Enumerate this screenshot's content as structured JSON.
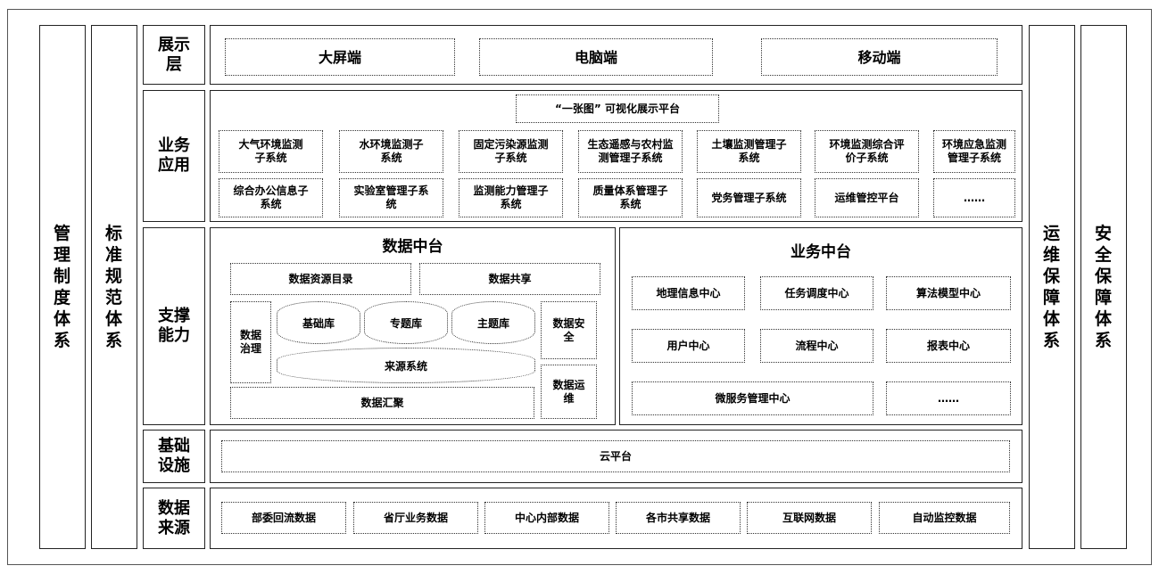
{
  "left": {
    "management": "管理制度体系",
    "standards": "标准规范体系"
  },
  "right": {
    "ops": "运维保障体系",
    "security": "安全保障体系"
  },
  "layers": {
    "display": "展示层",
    "business": "业务应用",
    "support": "支撑能力",
    "infra": "基础设施",
    "source": "数据来源"
  },
  "display": {
    "items": [
      "大屏端",
      "电脑端",
      "移动端"
    ]
  },
  "business": {
    "platform": "“一张图” 可视化展示平台",
    "row1": [
      "大气环境监测子系统",
      "水环境监测子系统",
      "固定污染源监测子系统",
      "生态遥感与农村监测管理子系统",
      "土壤监测管理子系统",
      "环境监测综合评价子系统",
      "环境应急监测管理子系统"
    ],
    "row2": [
      "综合办公信息子系统",
      "实验室管理子系统",
      "监测能力管理子系统",
      "质量体系管理子系统",
      "党务管理子系统",
      "运维管控平台",
      "……"
    ]
  },
  "data_platform": {
    "title": "数据中台",
    "catalog": "数据资源目录",
    "share": "数据共享",
    "governance": "数据治理",
    "base_db": "基础库",
    "topic_db": "专题库",
    "subject_db": "主题库",
    "source_system": "来源系统",
    "aggregation": "数据汇聚",
    "security": "数据安全",
    "ops": "数据运维"
  },
  "biz_platform": {
    "title": "业务中台",
    "items": [
      "地理信息中心",
      "任务调度中心",
      "算法模型中心",
      "用户中心",
      "流程中心",
      "报表中心",
      "微服务管理中心",
      "……"
    ]
  },
  "infra": {
    "cloud": "云平台"
  },
  "sources": {
    "items": [
      "部委回流数据",
      "省厅业务数据",
      "中心内部数据",
      "各市共享数据",
      "互联网数据",
      "自动监控数据"
    ]
  }
}
